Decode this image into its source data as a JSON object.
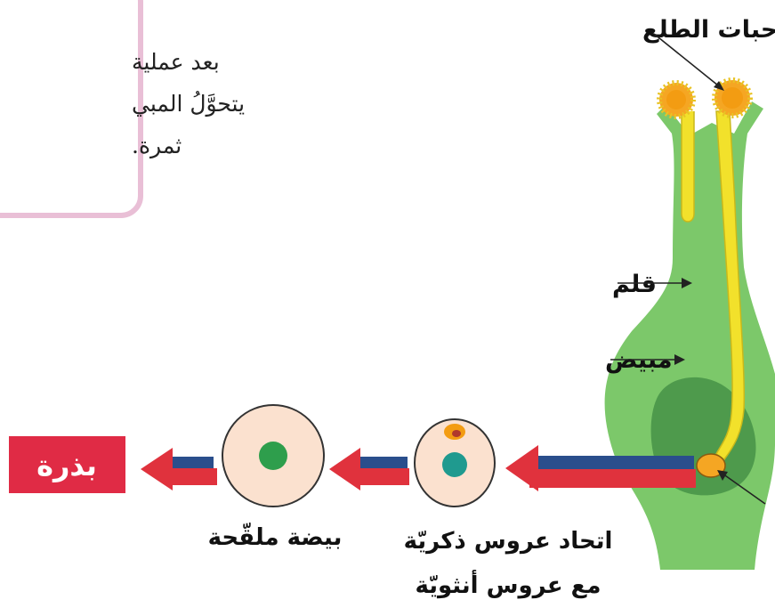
{
  "note": {
    "lines": [
      "بعد عملية",
      "يتحوَّلُ المبي",
      "ثمرة."
    ]
  },
  "labels": {
    "pollen": "حبات الطلع",
    "style": "قلم",
    "ovary": "مبيض",
    "seed": "بذرة",
    "fertilized_egg": "بيضة ملقّحة",
    "fusion_line1": "اتحاد عروس ذكريّة",
    "fusion_line2": "مع عروس أنثويّة"
  },
  "colors": {
    "pistil_green": "#7cc86a",
    "ovary_dark": "#4e9a4c",
    "pollen_tube_yellow": "#f2e12b",
    "pollen_orange": "#f5a623",
    "arrow_red": "#e0323d",
    "arrow_blue": "#2a4e8c",
    "cell_fill": "#fbe1cf",
    "nucleus_green": "#2e9e4c",
    "nucleus_teal": "#1f9a8f",
    "seed_box": "#e02b45",
    "note_border": "#e9bfd6"
  },
  "icons": [
    "pollen-grain-icon",
    "arrow-left-icon"
  ]
}
